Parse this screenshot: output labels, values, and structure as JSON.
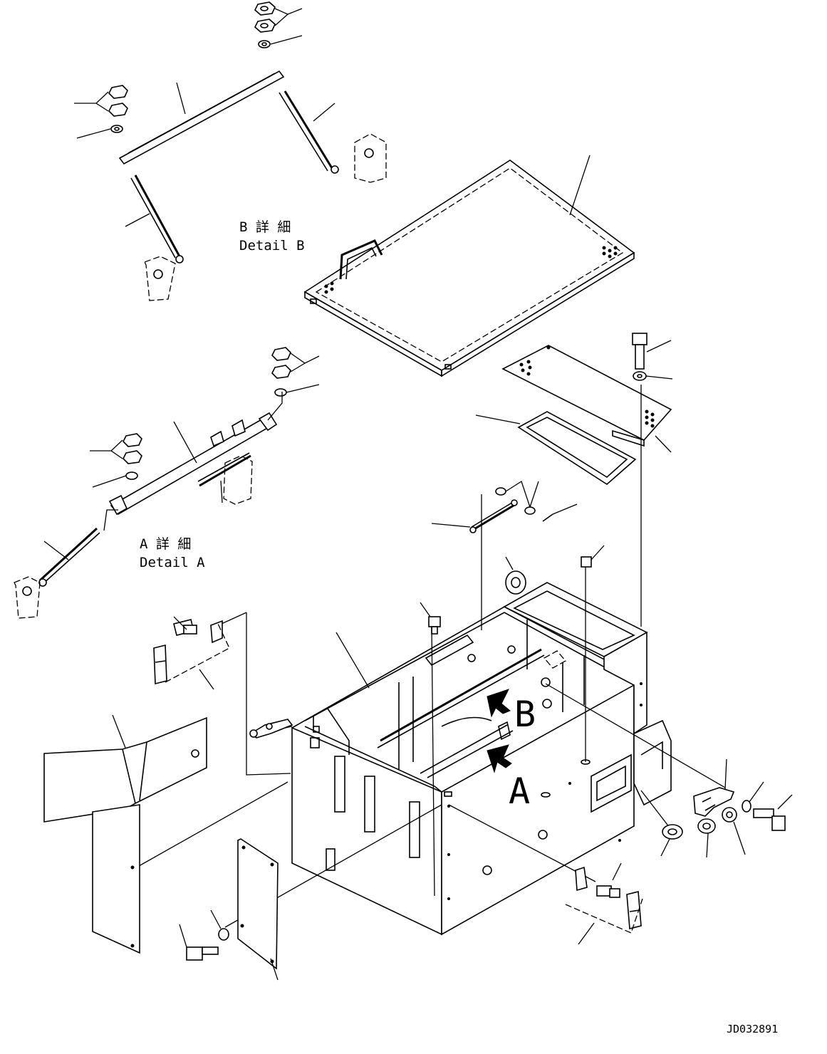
{
  "labels": {
    "detail_b_jp": "B 詳 細",
    "detail_b_en": "Detail B",
    "detail_a_jp": "A 詳 細",
    "detail_a_en": "Detail A",
    "view_a": "A",
    "view_b": "B",
    "drawing_code": "JD032891"
  },
  "colors": {
    "line": "#000000",
    "background": "#ffffff"
  },
  "icons": [
    "arrow-icon-b",
    "arrow-icon-a"
  ]
}
